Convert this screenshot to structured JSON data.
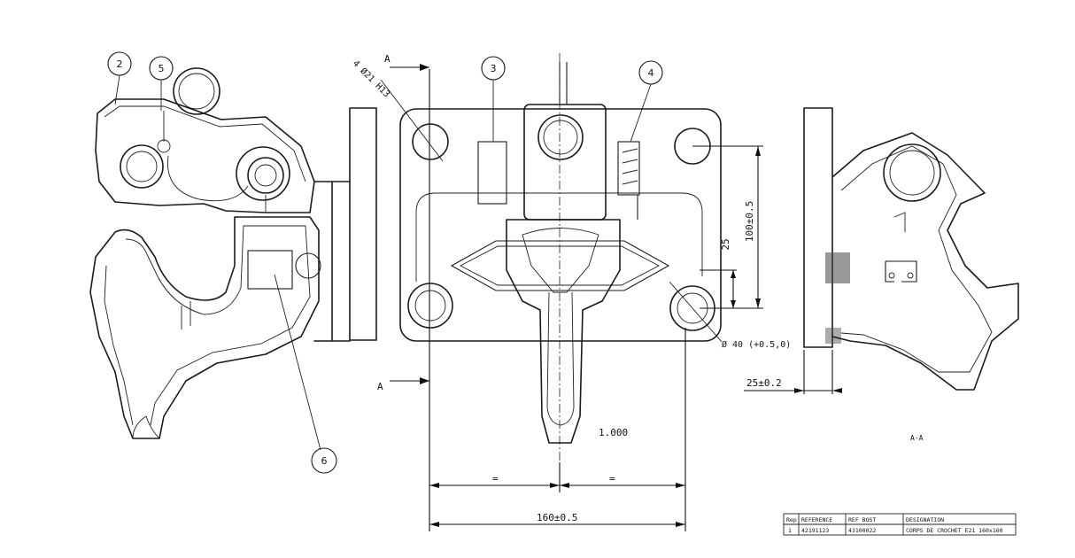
{
  "drawing": {
    "callouts": [
      "2",
      "5",
      "3",
      "4",
      "6"
    ],
    "section_marks": {
      "top": "A",
      "bottom": "A"
    },
    "dimensions": {
      "hole_pattern": "4 Ø21 H13",
      "height_100": "100±0.5",
      "height_25": "25",
      "hole_dia": "Ø 40 (+0.5,0)",
      "offset_25": "25±0.2",
      "ratio": "1.000",
      "half_left": "=",
      "half_right": "=",
      "width_160": "160±0.5",
      "view_label": "A-A"
    }
  },
  "title_block": {
    "headers": [
      "Rep",
      "REFERENCE",
      "REF BOST",
      "DESIGNATION"
    ],
    "row": [
      "1",
      "42191123",
      "43100022",
      "CORPS DE CROCHET E21 160x160"
    ]
  }
}
